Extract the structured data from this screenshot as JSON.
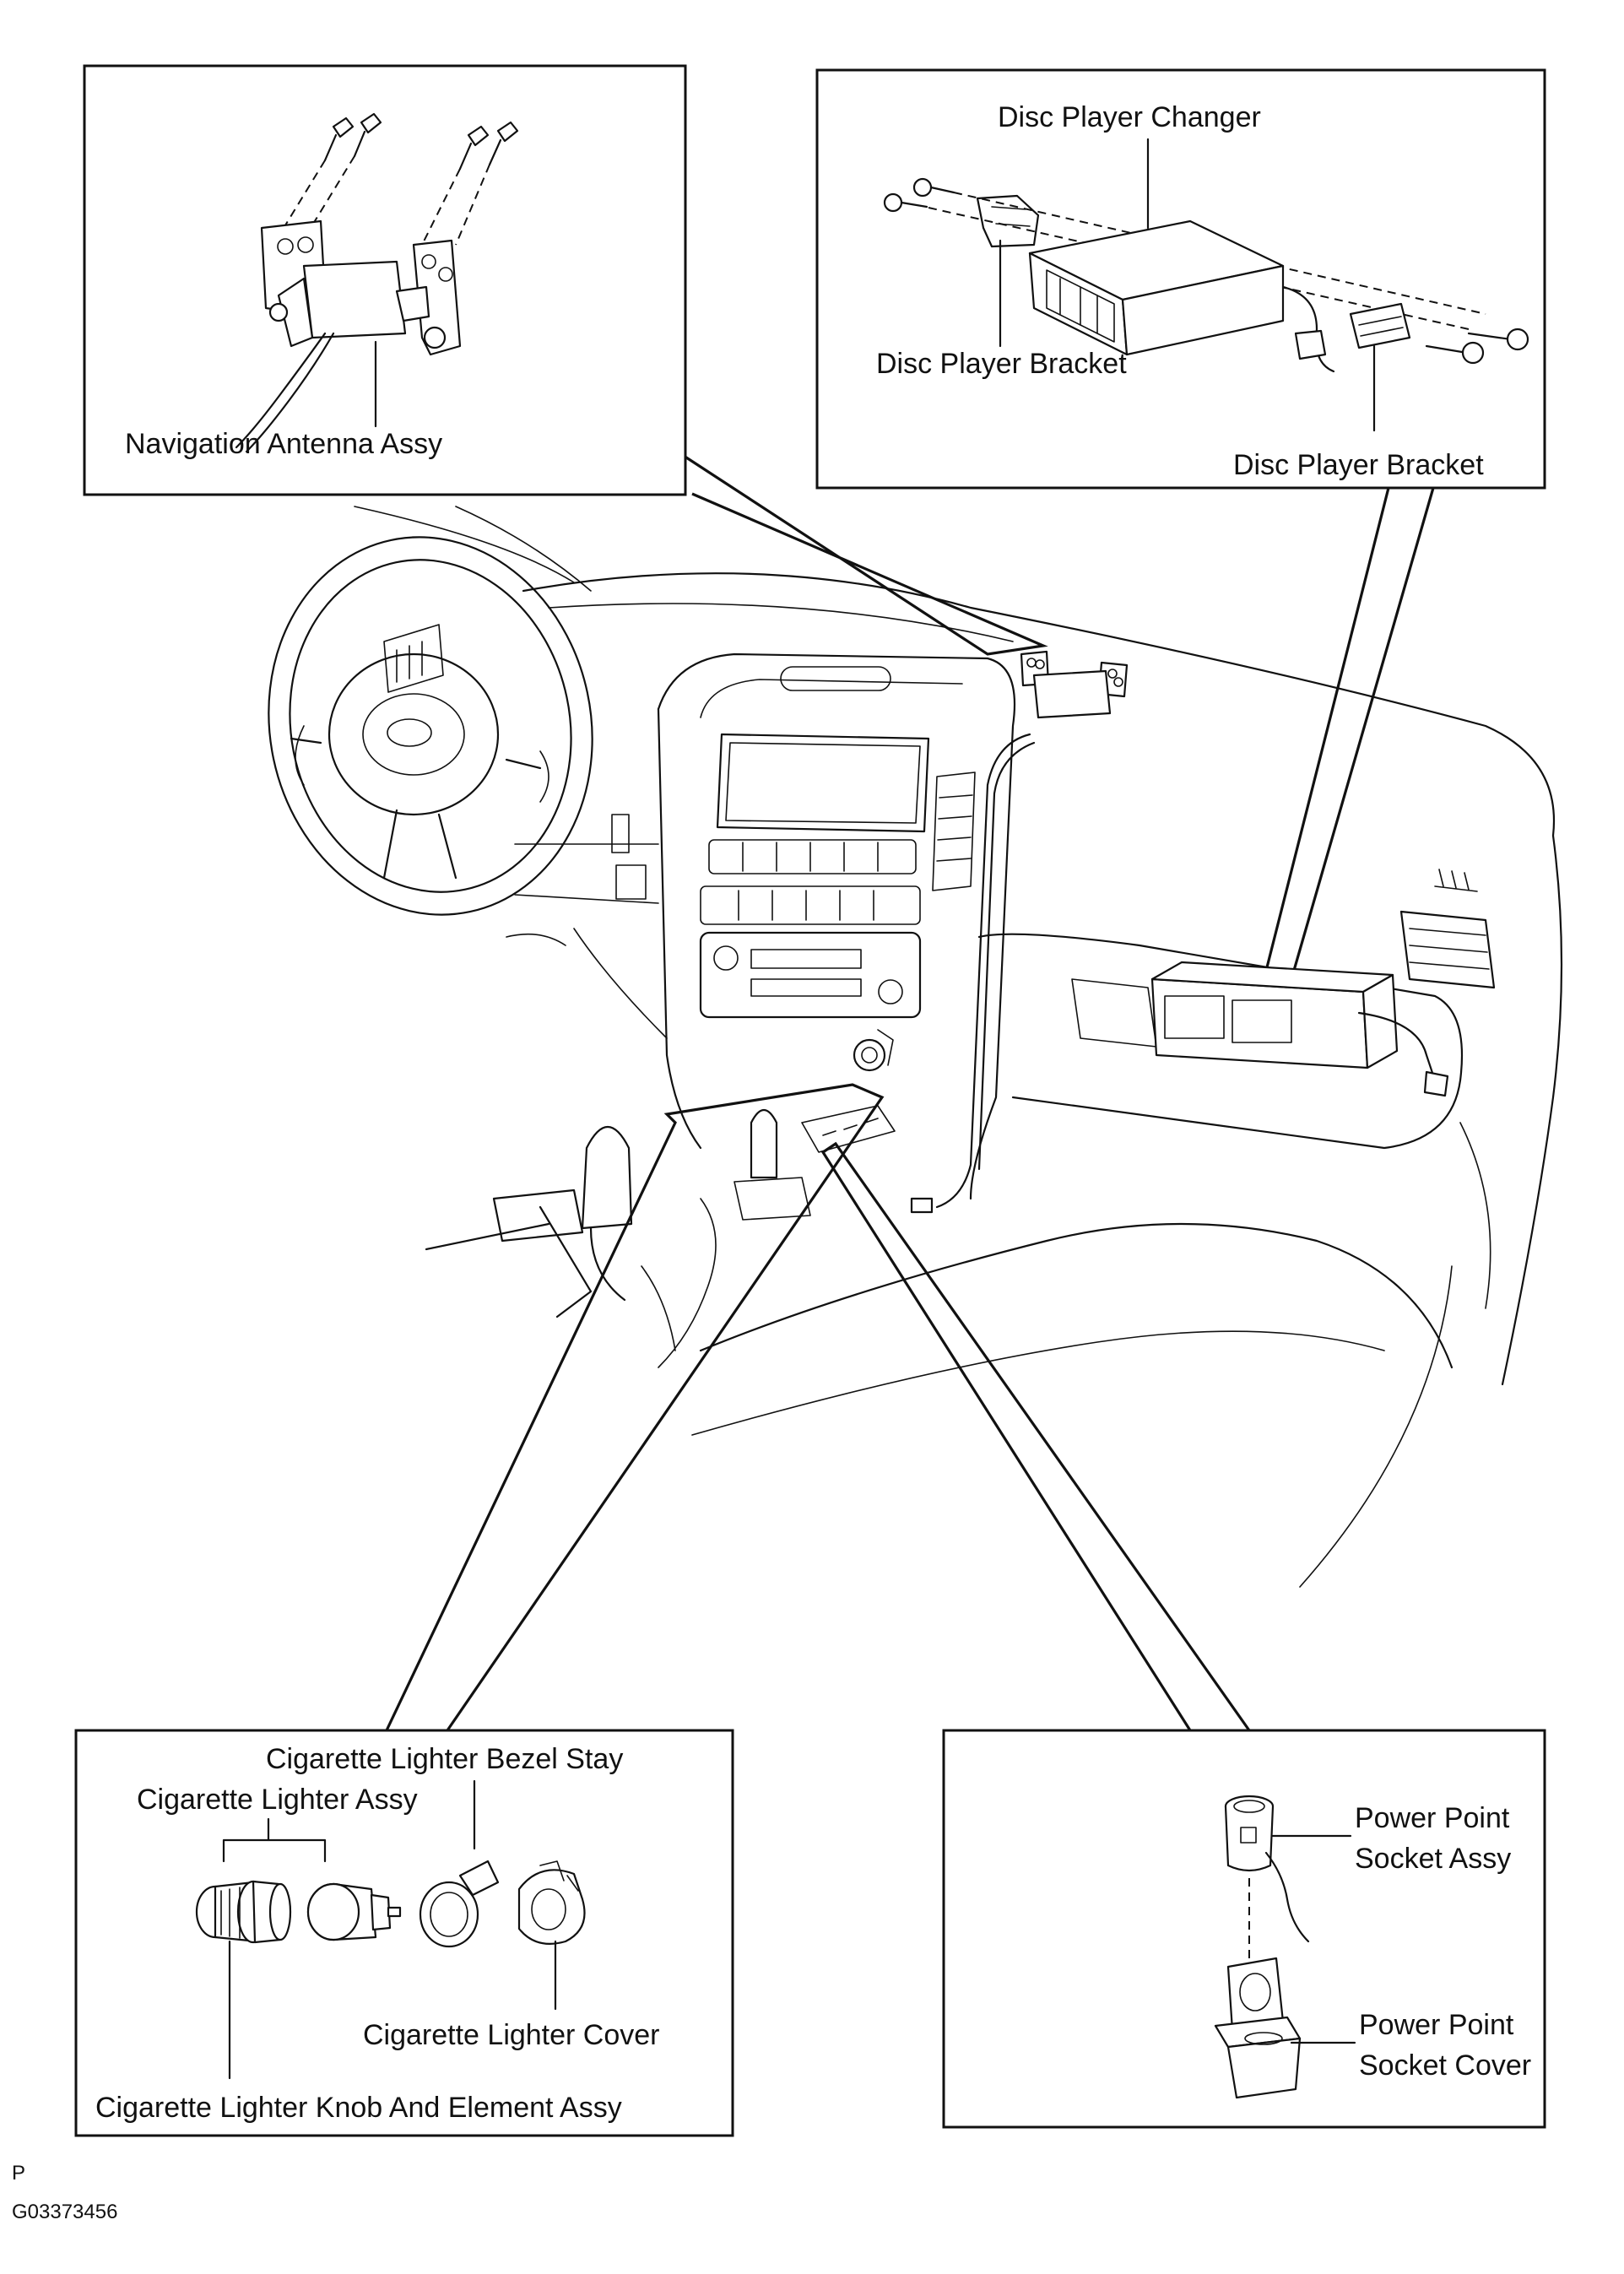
{
  "labels": {
    "navigation_antenna": "Navigation Antenna Assy",
    "disc_player_changer": "Disc Player Changer",
    "disc_player_bracket_left": "Disc Player Bracket",
    "disc_player_bracket_right": "Disc Player Bracket",
    "cig_bezel_stay": "Cigarette Lighter Bezel Stay",
    "cig_lighter_assy": "Cigarette Lighter Assy",
    "cig_lighter_cover": "Cigarette Lighter Cover",
    "cig_knob_element": "Cigarette Lighter Knob And Element Assy",
    "power_socket_assy_line1": "Power Point",
    "power_socket_assy_line2": "Socket Assy",
    "power_socket_cover_line1": "Power Point",
    "power_socket_cover_line2": "Socket Cover"
  },
  "footer": {
    "mark": "P",
    "figure_code": "G03373456"
  }
}
